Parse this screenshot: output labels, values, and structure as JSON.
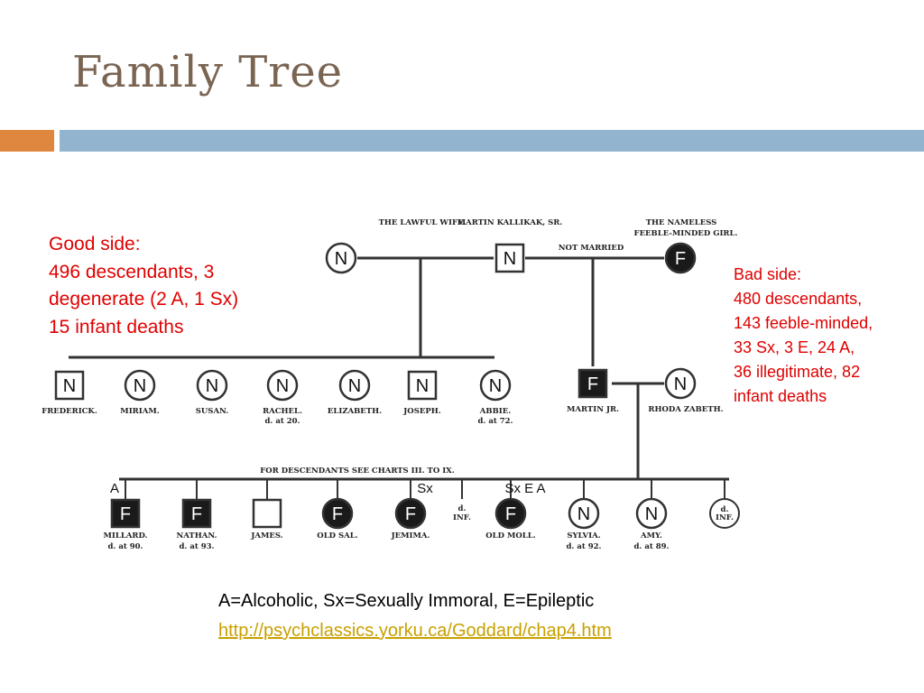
{
  "slide": {
    "title": "Family Tree",
    "good_side": [
      "Good side:",
      "496 descendants, 3",
      "degenerate (2 A, 1 Sx)",
      "15 infant deaths"
    ],
    "bad_side": [
      "Bad side:",
      "480 descendants,",
      "143 feeble-minded,",
      "33 Sx, 3 E, 24 A,",
      "36 illegitimate, 82",
      "infant deaths"
    ],
    "legend": "A=Alcoholic, Sx=Sexually Immoral, E=Epileptic",
    "link": "http://psychclassics.yorku.ca/Goddard/chap4.htm"
  },
  "tree": {
    "top": {
      "wife": "THE LAWFUL WIFE.",
      "martin_sr": "MARTIN KALLIKAK, SR.",
      "nameless_1": "THE NAMELESS",
      "nameless_2": "FEEBLE-MINDED GIRL.",
      "not_married": "NOT MARRIED"
    },
    "good_children": [
      {
        "name": "FREDERICK.",
        "note": "",
        "symbol": "N",
        "shape": "square"
      },
      {
        "name": "MIRIAM.",
        "note": "",
        "symbol": "N",
        "shape": "circle"
      },
      {
        "name": "SUSAN.",
        "note": "",
        "symbol": "N",
        "shape": "circle"
      },
      {
        "name": "RACHEL.",
        "note": "d. at 20.",
        "symbol": "N",
        "shape": "circle"
      },
      {
        "name": "ELIZABETH.",
        "note": "",
        "symbol": "N",
        "shape": "circle"
      },
      {
        "name": "JOSEPH.",
        "note": "",
        "symbol": "N",
        "shape": "square"
      },
      {
        "name": "ABBIE.",
        "note": "d. at 72.",
        "symbol": "N",
        "shape": "circle"
      }
    ],
    "martin_jr": {
      "name": "MARTIN JR.",
      "symbol": "F"
    },
    "rhoda": {
      "name": "RHODA ZABETH.",
      "symbol": "N"
    },
    "chart_note": "FOR DESCENDANTS SEE  CHARTS  III. TO IX.",
    "bad_children": [
      {
        "name": "MILLARD.",
        "note": "d. at 90.",
        "symbol": "F",
        "shape": "square",
        "tag": "A"
      },
      {
        "name": "NATHAN.",
        "note": "d. at 93.",
        "symbol": "F",
        "shape": "square",
        "tag": ""
      },
      {
        "name": "JAMES.",
        "note": "",
        "symbol": "",
        "shape": "square",
        "tag": ""
      },
      {
        "name": "OLD SAL.",
        "note": "",
        "symbol": "F",
        "shape": "circle",
        "tag": ""
      },
      {
        "name": "JEMIMA.",
        "note": "",
        "symbol": "F",
        "shape": "circle",
        "tag": "Sx"
      },
      {
        "name": "d.",
        "note": "INF.",
        "symbol": "",
        "shape": "none",
        "tag": ""
      },
      {
        "name": "OLD MOLL.",
        "note": "",
        "symbol": "F",
        "shape": "circle",
        "tag": "Sx E A"
      },
      {
        "name": "SYLVIA.",
        "note": "d. at 92.",
        "symbol": "N",
        "shape": "circle",
        "tag": ""
      },
      {
        "name": "AMY.",
        "note": "d. at 89.",
        "symbol": "N",
        "shape": "circle",
        "tag": ""
      },
      {
        "name": "d.",
        "note": "INF.",
        "symbol": "",
        "shape": "circle-text",
        "tag": ""
      }
    ],
    "colors": {
      "normal": "#ffffff",
      "feeble": "#1a1a1a",
      "line": "#333333"
    }
  }
}
